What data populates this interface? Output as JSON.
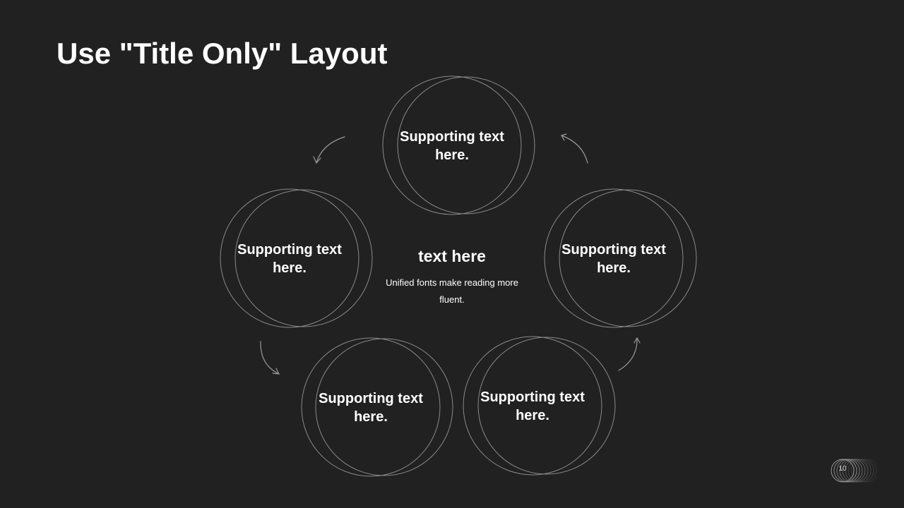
{
  "slide": {
    "title": "Use \"Title Only\" Layout",
    "center_heading": "text here",
    "center_body": "Unified  fonts make reading more fluent.",
    "page_number": "10"
  },
  "nodes": [
    {
      "label": "Supporting text here."
    },
    {
      "label": "Supporting text here."
    },
    {
      "label": "Supporting text here."
    },
    {
      "label": "Supporting text here."
    },
    {
      "label": "Supporting text here."
    }
  ],
  "colors": {
    "background": "#212121",
    "outline": "#8a8a8a",
    "text": "#ffffff"
  }
}
